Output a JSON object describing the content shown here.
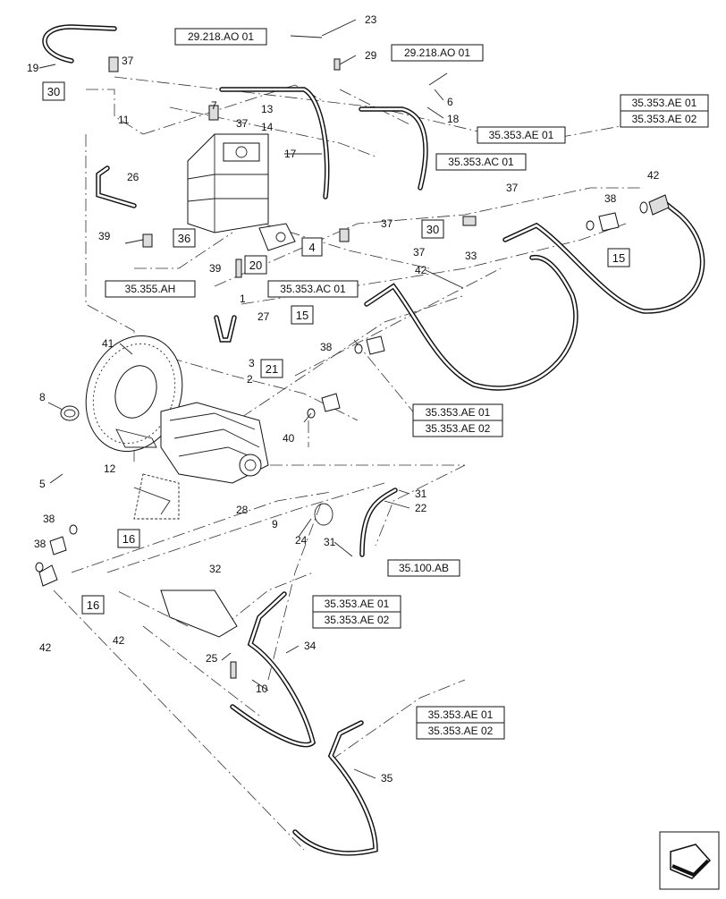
{
  "diagram": {
    "callouts": [
      {
        "id": "c1",
        "text": "1"
      },
      {
        "id": "c2",
        "text": "2"
      },
      {
        "id": "c3",
        "text": "3"
      },
      {
        "id": "c4",
        "text": "5"
      },
      {
        "id": "c5",
        "text": "6"
      },
      {
        "id": "c6",
        "text": "7"
      },
      {
        "id": "c7",
        "text": "8"
      },
      {
        "id": "c8",
        "text": "9"
      },
      {
        "id": "c9",
        "text": "10"
      },
      {
        "id": "c10",
        "text": "11"
      },
      {
        "id": "c11",
        "text": "12"
      },
      {
        "id": "c12",
        "text": "13"
      },
      {
        "id": "c13",
        "text": "14"
      },
      {
        "id": "c14",
        "text": "17"
      },
      {
        "id": "c15",
        "text": "18"
      },
      {
        "id": "c16",
        "text": "19"
      },
      {
        "id": "c17",
        "text": "22"
      },
      {
        "id": "c18",
        "text": "23"
      },
      {
        "id": "c19",
        "text": "24"
      },
      {
        "id": "c20",
        "text": "25"
      },
      {
        "id": "c21",
        "text": "26"
      },
      {
        "id": "c22",
        "text": "27"
      },
      {
        "id": "c23",
        "text": "28"
      },
      {
        "id": "c24",
        "text": "29"
      },
      {
        "id": "c25",
        "text": "31"
      },
      {
        "id": "c26",
        "text": "31"
      },
      {
        "id": "c27",
        "text": "32"
      },
      {
        "id": "c28",
        "text": "33"
      },
      {
        "id": "c29",
        "text": "34"
      },
      {
        "id": "c30",
        "text": "35"
      },
      {
        "id": "c31",
        "text": "37"
      },
      {
        "id": "c32",
        "text": "37"
      },
      {
        "id": "c33",
        "text": "37"
      },
      {
        "id": "c34",
        "text": "37"
      },
      {
        "id": "c35",
        "text": "37"
      },
      {
        "id": "c36",
        "text": "38"
      },
      {
        "id": "c37",
        "text": "38"
      },
      {
        "id": "c38",
        "text": "38"
      },
      {
        "id": "c39",
        "text": "38"
      },
      {
        "id": "c40",
        "text": "39"
      },
      {
        "id": "c41",
        "text": "39"
      },
      {
        "id": "c42",
        "text": "40"
      },
      {
        "id": "c43",
        "text": "41"
      },
      {
        "id": "c44",
        "text": "42"
      },
      {
        "id": "c45",
        "text": "42"
      },
      {
        "id": "c46",
        "text": "42"
      },
      {
        "id": "c47",
        "text": "42"
      }
    ],
    "ref_boxes": [
      {
        "id": "r1",
        "text": "29.218.AO 01"
      },
      {
        "id": "r2",
        "text": "29.218.AO 01"
      },
      {
        "id": "r3",
        "text": "35.353.AE 01"
      },
      {
        "id": "r4",
        "text": "35.353.AE 02"
      },
      {
        "id": "r5",
        "text": "35.353.AE 01"
      },
      {
        "id": "r6",
        "text": "35.353.AC 01"
      },
      {
        "id": "r7",
        "text": "35.355.AH"
      },
      {
        "id": "r8",
        "text": "35.353.AC 01"
      },
      {
        "id": "r9",
        "text": "35.353.AE 01"
      },
      {
        "id": "r10",
        "text": "35.353.AE 02"
      },
      {
        "id": "r11",
        "text": "35.100.AB"
      },
      {
        "id": "r12",
        "text": "35.353.AE 01"
      },
      {
        "id": "r13",
        "text": "35.353.AE 02"
      },
      {
        "id": "r14",
        "text": "35.353.AE 01"
      },
      {
        "id": "r15",
        "text": "35.353.AE 02"
      }
    ],
    "group_boxes": [
      {
        "id": "g1",
        "text": "30"
      },
      {
        "id": "g2",
        "text": "36"
      },
      {
        "id": "g3",
        "text": "4"
      },
      {
        "id": "g4",
        "text": "20"
      },
      {
        "id": "g5",
        "text": "30"
      },
      {
        "id": "g6",
        "text": "15"
      },
      {
        "id": "g7",
        "text": "15"
      },
      {
        "id": "g8",
        "text": "21"
      },
      {
        "id": "g9",
        "text": "16"
      },
      {
        "id": "g10",
        "text": "16"
      }
    ]
  }
}
